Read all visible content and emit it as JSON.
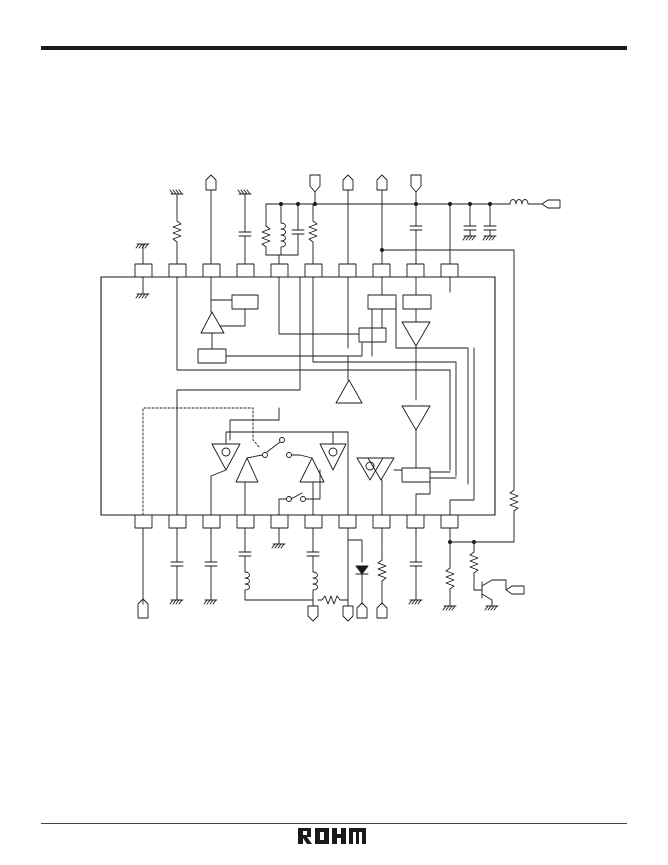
{
  "brand": {
    "logo_text": "ROHM"
  },
  "colors": {
    "ink": "#1a1a1a",
    "background": "#ffffff"
  },
  "diagram": {
    "kind": "ic-block-diagram",
    "top_pin_count": 10,
    "bottom_pin_count": 10
  }
}
